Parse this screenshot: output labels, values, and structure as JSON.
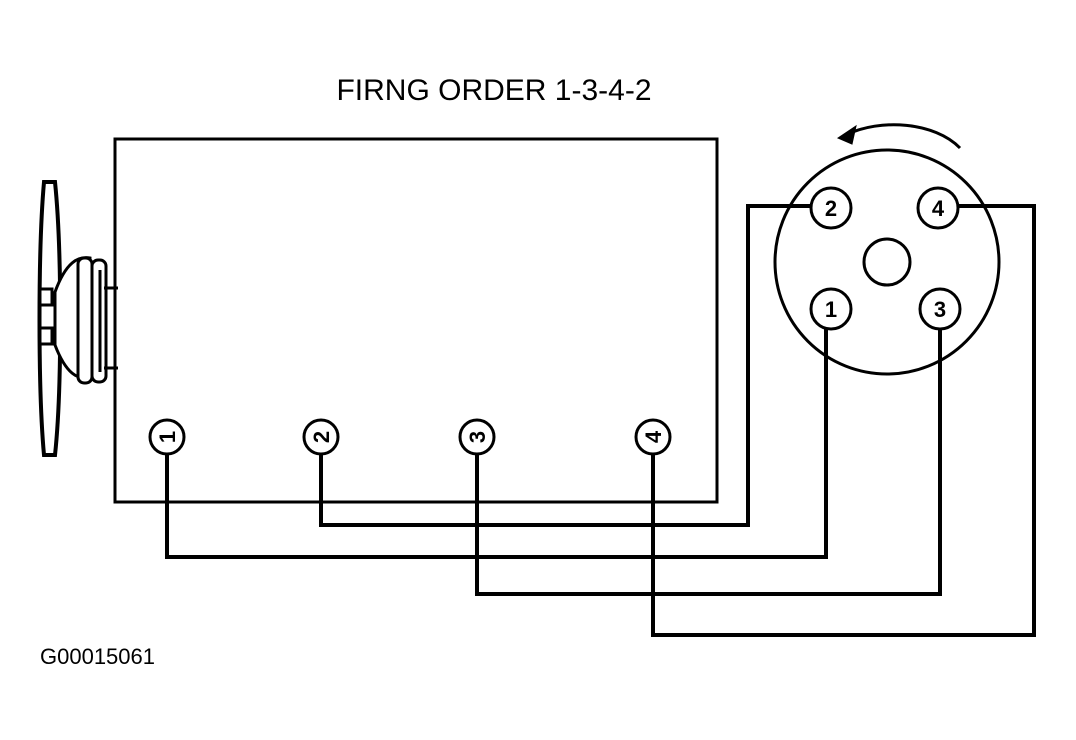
{
  "diagram": {
    "title": "FIRNG ORDER 1-3-4-2",
    "figure_id": "G00015061",
    "cylinders": [
      {
        "number": "1"
      },
      {
        "number": "2"
      },
      {
        "number": "3"
      },
      {
        "number": "4"
      }
    ],
    "distributor_terminals": [
      {
        "number": "2"
      },
      {
        "number": "4"
      },
      {
        "number": "1"
      },
      {
        "number": "3"
      }
    ],
    "distributor_rotation": "counterclockwise",
    "colors": {
      "line": "#000000",
      "background": "#ffffff"
    }
  }
}
